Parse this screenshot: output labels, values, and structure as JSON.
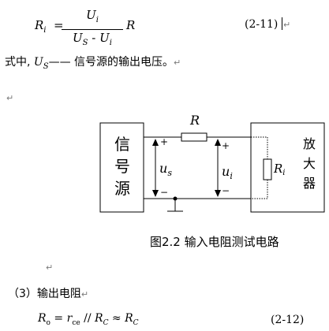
{
  "equation_1": {
    "lhs_symbol": "R",
    "lhs_sub": "i",
    "equals": "=",
    "numerator": "U",
    "numerator_sub": "i",
    "denominator_a": "U",
    "denominator_a_sub": "S",
    "denominator_op": " - ",
    "denominator_b": "U",
    "denominator_b_sub": "i",
    "trailing_symbol": "R",
    "number": "(2-11)"
  },
  "paragraph_1": {
    "prefix": "式中, ",
    "symbol": "U",
    "symbol_sub": "S",
    "rest": "—— 信号源的输出电压。"
  },
  "return_mark": "↵",
  "circuit": {
    "source_box_text": [
      "信",
      "号",
      "源"
    ],
    "amplifier_box_text": [
      "放",
      "大",
      "器"
    ],
    "series_resistor_label": "R",
    "input_resistor_label": "R",
    "input_resistor_label_sub": "i",
    "left_voltage_label": "u",
    "left_voltage_sub": "s",
    "right_voltage_label": "u",
    "right_voltage_sub": "i",
    "plus_sign": "+",
    "minus_sign": "−"
  },
  "figure_caption": "图2.2  输入电阻测试电路",
  "section_heading": "（3）输出电阻",
  "equation_2": {
    "lhs_symbol": "R",
    "lhs_sub": "o",
    "equals": " = ",
    "term_1": "r",
    "term_1_sub": "ce",
    "parallel": " // ",
    "term_2": "R",
    "term_2_sub": "C",
    "approx": " ≈ ",
    "term_3": "R",
    "term_3_sub": "C",
    "number": "(2-12)"
  }
}
